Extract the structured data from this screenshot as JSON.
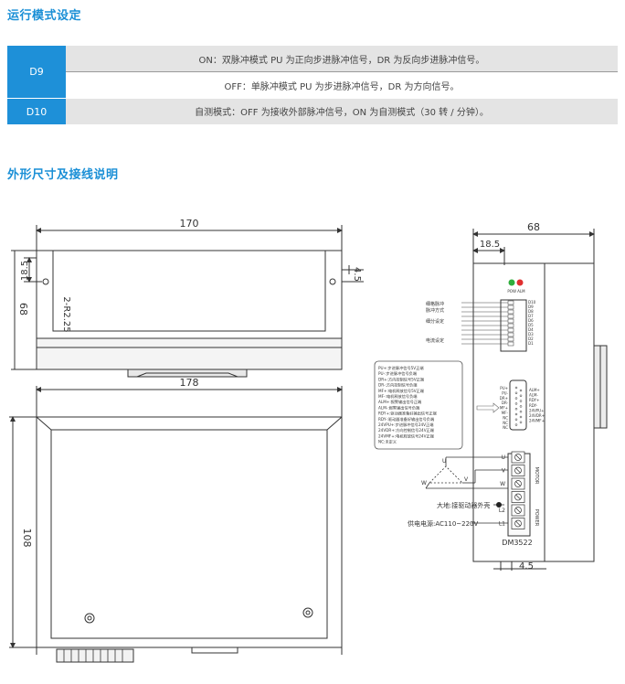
{
  "section1": {
    "title": "运行模式设定"
  },
  "dip_table": {
    "rows": [
      {
        "key": "D9",
        "desc": "ON：双脉冲模式 PU 为正向步进脉冲信号，DR 为反向步进脉冲信号。"
      },
      {
        "key": "",
        "desc": "OFF：单脉冲模式 PU 为步进脉冲信号，DR 为方向信号。"
      },
      {
        "key": "D10",
        "desc": "自测模式：OFF 为接收外部脉冲信号，ON 为自测模式（30 转 / 分钟）。"
      }
    ]
  },
  "section2": {
    "title": "外形尺寸及接线说明"
  },
  "drawing": {
    "dims": {
      "w170": "170",
      "d18_5_left": "18.5",
      "d4_5_top": "4.5",
      "d68_left": "68",
      "r2_25": "2-R2.25",
      "w178": "178",
      "h108": "108",
      "w68_right": "68",
      "d18_5_right": "18.5",
      "d4_5_bottom": "4.5"
    },
    "indicators": {
      "label": "POW ALM",
      "pow_color": "#2fae3c",
      "alm_color": "#e03030"
    },
    "switch_groups": [
      "细格脉冲",
      "脉冲方式",
      "细分设定",
      "电流设定"
    ],
    "switch_labels": [
      "D10",
      "D9",
      "D8",
      "D7",
      "D6",
      "D5",
      "D4",
      "D3",
      "D2",
      "D1"
    ],
    "signal_desc": [
      "PU+:步进脉冲信号5V正端",
      "PU-:步进脉冲信号负端",
      "DR+:方向控制信号5V正端",
      "DR-:方向控制信号负端",
      "MF+:电机释放信号5V正端",
      "MF-:电机释放信号负端",
      "ALM+:报警输出信号正端",
      "ALM-:报警输出信号负端",
      "RDY+:驱动器准备好输出信号正端",
      "RDY-:驱动器准备好输出信号负端",
      "24VPU+:步进脉冲信号24V正端",
      "24VDR+:方向控制信号24V正端",
      "24VMF+:电机释放信号24V正端",
      "NC:未定义"
    ],
    "db15_left": [
      "PU+",
      "PU-",
      "DR+",
      "DR-",
      "MF+",
      "MF-",
      "NC",
      "NC",
      "NC"
    ],
    "db15_right": [
      "ALM+",
      "ALM-",
      "RDY+",
      "RDY-",
      "24VPU+",
      "24VDR+",
      "24VMF+"
    ],
    "terminals": [
      "U",
      "V",
      "W",
      "",
      "L2",
      "L1"
    ],
    "motor_phases": [
      "U",
      "V",
      "W"
    ],
    "motor_label": "MOTOR",
    "power_label": "POWER",
    "ground_label": "大地:接驱动器外壳",
    "supply_label": "供电电源:AC110~220V",
    "model": "DM3522"
  }
}
